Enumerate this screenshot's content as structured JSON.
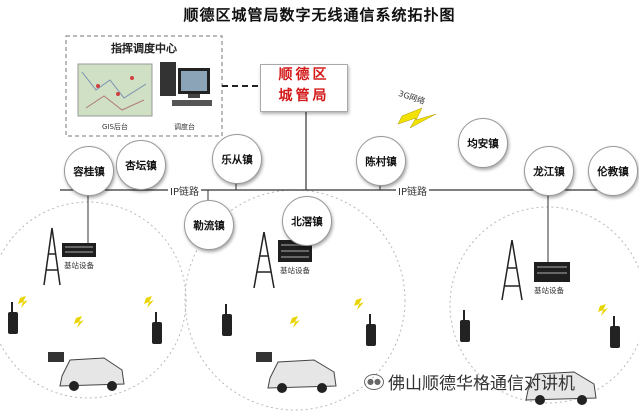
{
  "title": "顺德区城管局数字无线通信系统拓扑图",
  "command_center": {
    "label": "指挥调度中心",
    "gis_label": "GIS后台",
    "console_label": "调度台"
  },
  "hq": {
    "line1": "顺德区",
    "line2": "城管局"
  },
  "network": {
    "label_3g": "3G网络",
    "ip_link_label": "IP链路"
  },
  "towns": [
    "容桂镇",
    "杏坛镇",
    "乐从镇",
    "勒流镇",
    "北滘镇",
    "陈村镇",
    "均安镇",
    "龙江镇",
    "伦教镇"
  ],
  "base_station_label": "基站设备",
  "watermark": "佛山顺德华格通信对讲机",
  "colors": {
    "hq_text": "#d31b1b",
    "lightning": "#f3e200",
    "accent_line": "#222222"
  }
}
